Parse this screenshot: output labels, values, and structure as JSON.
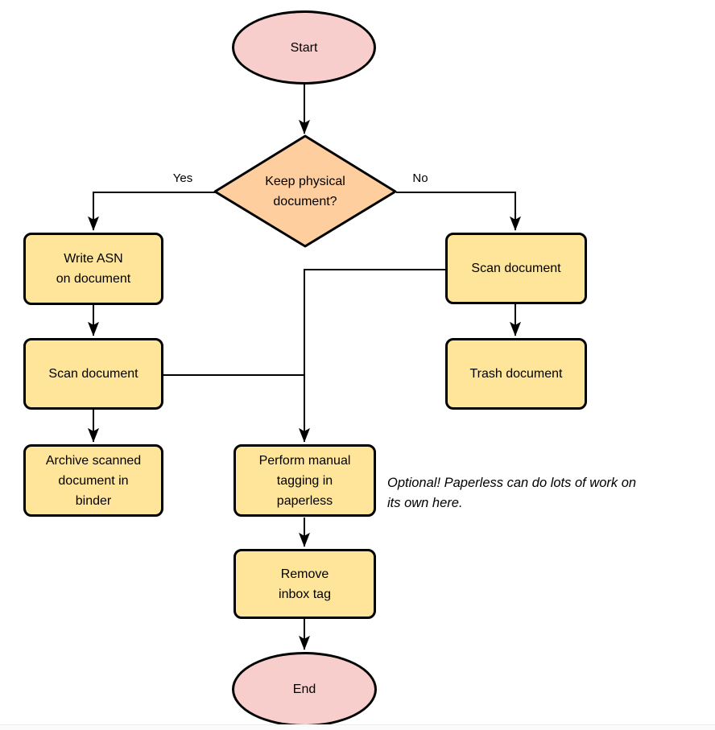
{
  "diagram": {
    "nodes": {
      "start": "Start",
      "decision": "Keep physical\ndocument?",
      "write_asn": "Write ASN\non document",
      "scan_left": "Scan document",
      "archive": "Archive scanned\ndocument in\nbinder",
      "scan_right": "Scan document",
      "trash": "Trash document",
      "tagging": "Perform manual\ntagging in\npaperless",
      "remove_inbox": "Remove\ninbox tag",
      "end": "End"
    },
    "edge_labels": {
      "yes": "Yes",
      "no": "No"
    },
    "annotation": "Optional! Paperless can do lots of work on\nits own here."
  },
  "theme": {
    "terminal-fill": "#f8cecc",
    "decision-fill": "#ffce9e",
    "process-fill": "#ffe59a",
    "stroke": "#000000",
    "canvas": "#ffffff"
  }
}
